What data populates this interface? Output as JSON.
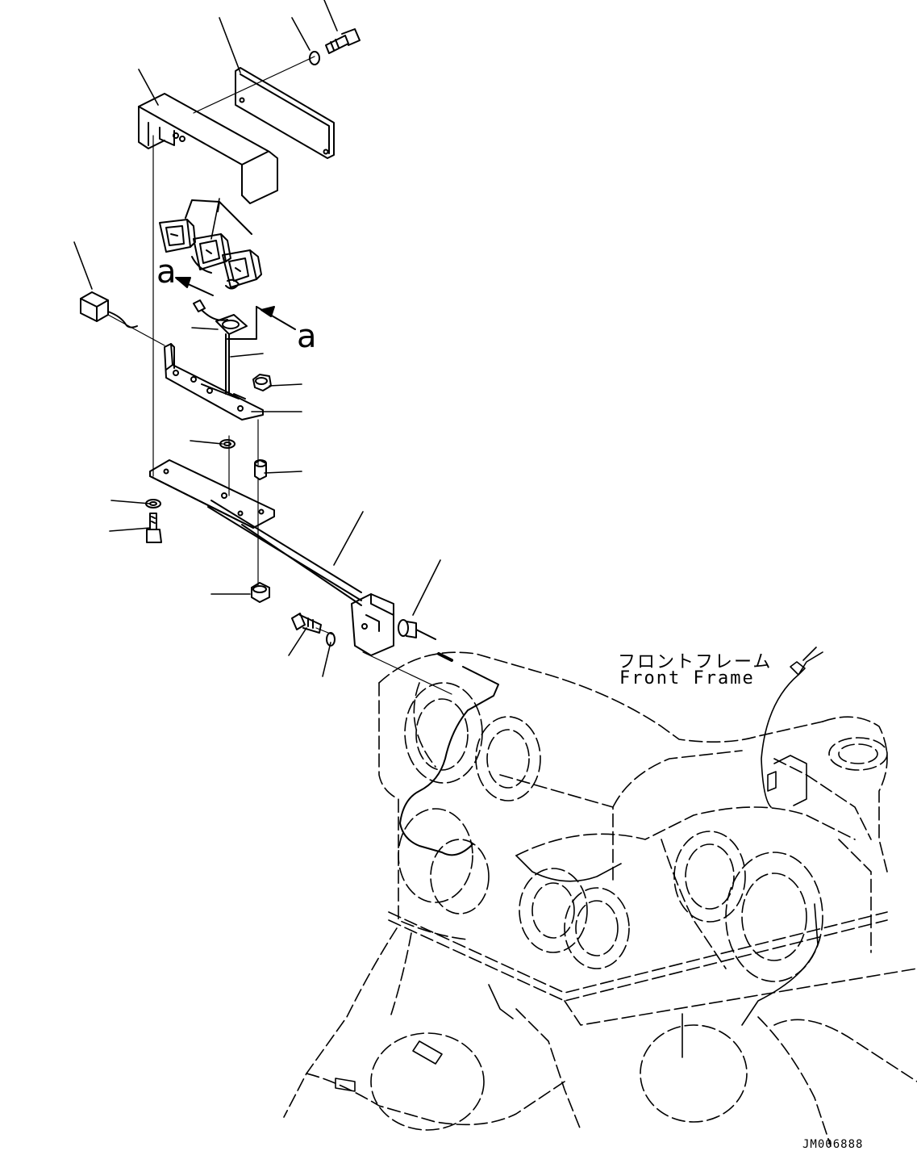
{
  "labels": {
    "front_frame_jp": "フロントフレーム",
    "front_frame_en": "Front Frame",
    "view_arrow_1": "a",
    "view_arrow_2": "a",
    "drawing_code": "JM006888"
  },
  "colors": {
    "line": "#000000",
    "background": "#ffffff"
  }
}
